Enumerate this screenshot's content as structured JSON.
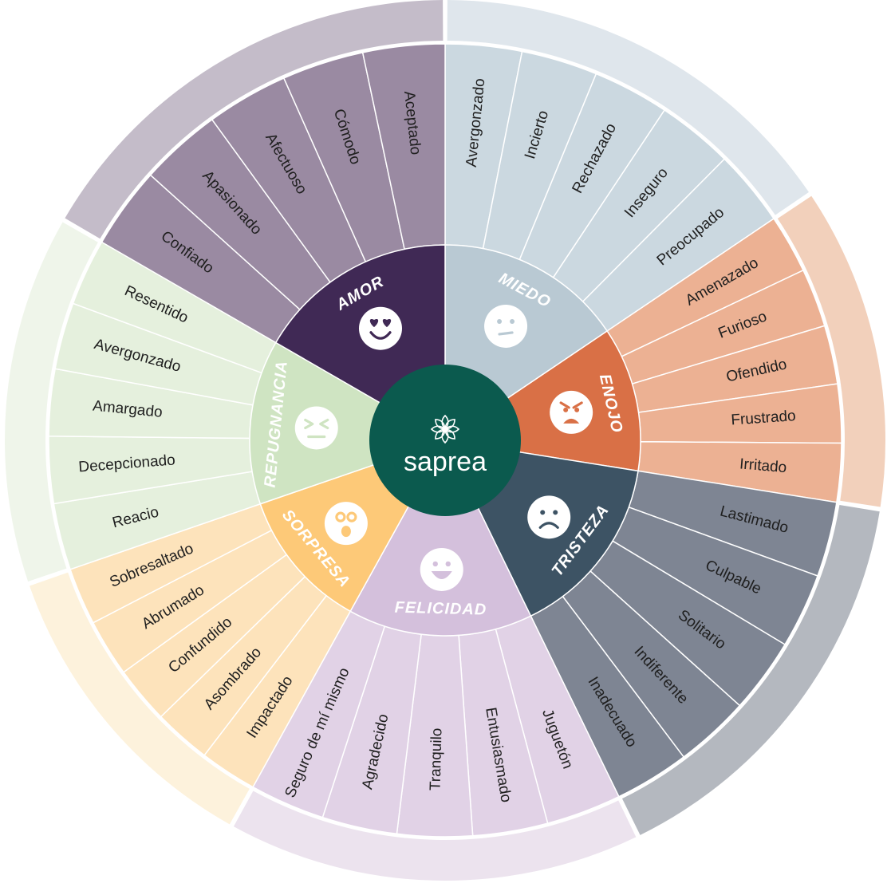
{
  "brand": {
    "name": "saprea",
    "center_color": "#0b5a4e"
  },
  "emotions": [
    {
      "name": "MIEDO",
      "icon": "neutral-face-icon",
      "core_color": "#b9c9d3",
      "sub_color": "#cbd8e0",
      "outer_color": "#dfe6ec",
      "items": [
        "Avergonzado",
        "Incierto",
        "Rechazado",
        "Inseguro",
        "Preocupado"
      ]
    },
    {
      "name": "ENOJO",
      "icon": "angry-face-icon",
      "core_color": "#d97046",
      "sub_color": "#ecb193",
      "outer_color": "#f2d0bb",
      "items": [
        "Amenazado",
        "Furioso",
        "Ofendido",
        "Frustrado",
        "Irritado"
      ]
    },
    {
      "name": "TRISTEZA",
      "icon": "sad-face-icon",
      "core_color": "#3d5364",
      "sub_color": "#7e8593",
      "outer_color": "#b4b8bf",
      "items": [
        "Lastimado",
        "Culpable",
        "Solitario",
        "Indiferente",
        "Inadecuado"
      ]
    },
    {
      "name": "FELICIDAD",
      "icon": "happy-face-icon",
      "core_color": "#d4c0dc",
      "sub_color": "#e1d2e6",
      "outer_color": "#ece3ee",
      "items": [
        "Juguetón",
        "Entusiasmado",
        "Tranquilo",
        "Agradecido",
        "Seguro de mí mismo"
      ]
    },
    {
      "name": "SORPRESA",
      "icon": "surprised-face-icon",
      "core_color": "#fdc978",
      "sub_color": "#fde3bb",
      "outer_color": "#fdf2dc",
      "items": [
        "Impactado",
        "Asombrado",
        "Confundido",
        "Abrumado",
        "Sobresaltado"
      ]
    },
    {
      "name": "REPUGNANCIA",
      "icon": "disgusted-face-icon",
      "core_color": "#cfe4c2",
      "sub_color": "#e5f0dd",
      "outer_color": "#eff5ea",
      "items": [
        "Reacio",
        "Decepcionado",
        "Amargado",
        "Avergonzado",
        "Resentido"
      ]
    },
    {
      "name": "AMOR",
      "icon": "heart-eyes-face-icon",
      "core_color": "#402955",
      "sub_color": "#9a8aa2",
      "outer_color": "#c4bcc9",
      "items": [
        "Confiado",
        "Apasionado",
        "Afectuoso",
        "Cómodo",
        "Aceptado"
      ]
    }
  ]
}
